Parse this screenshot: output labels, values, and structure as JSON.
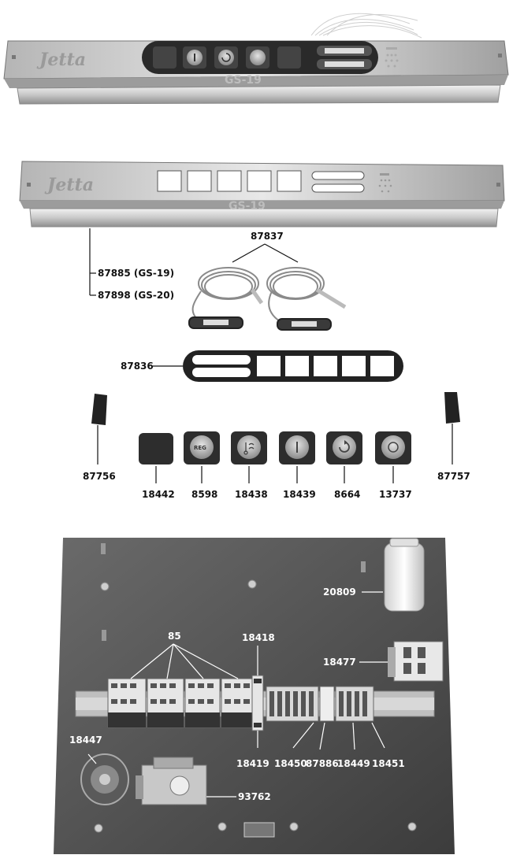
{
  "panel_top": {
    "brand": "Jetta",
    "model": "GS-19"
  },
  "panel_blank": {
    "brand": "Jetta",
    "model": "GS-19"
  },
  "labels": {
    "faceplate_gs19": "87885 (GS-19)",
    "faceplate_gs20": "87898 (GS-20)",
    "thermometers": "87837",
    "gasket": "87836",
    "end_left": "87756",
    "end_right": "87757",
    "btn_blank": "18442",
    "btn_reg": "8598",
    "btn_temp": "18438",
    "btn_power": "18439",
    "btn_cycle": "8664",
    "btn_other": "13737",
    "capacitor": "20809",
    "contactors": "85",
    "relay_top": "18418",
    "relay_bottom": "18419",
    "connector": "18477",
    "pressure_switch": "18447",
    "terminal_a": "18450",
    "terminal_b": "87886",
    "terminal_c": "18449",
    "terminal_d": "18451",
    "timer": "93762"
  },
  "button_glyphs": {
    "reg": "REG"
  }
}
